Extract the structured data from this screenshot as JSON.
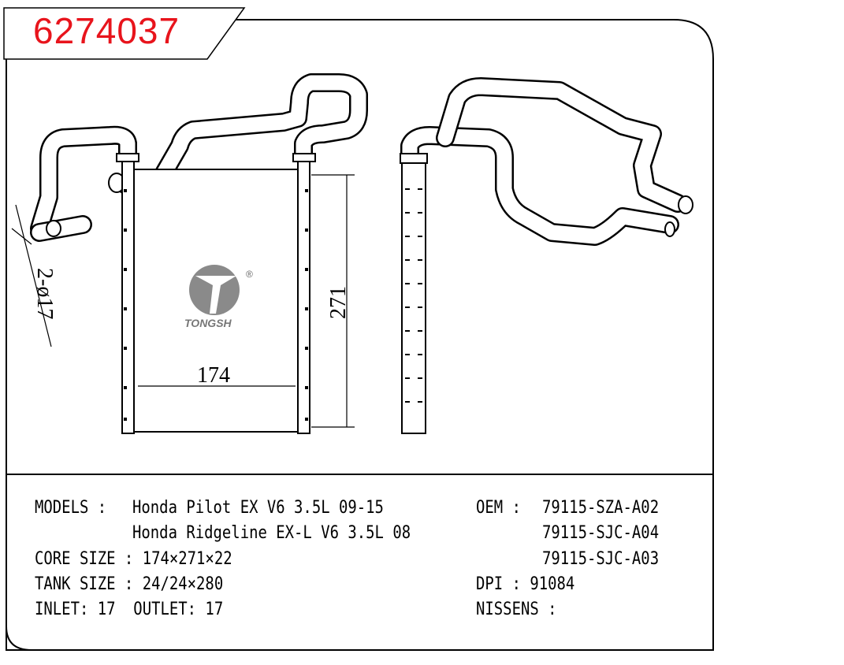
{
  "part_number": "6274037",
  "drawing": {
    "width_dim": "174",
    "height_dim": "271",
    "pipe_dim": "2-ø17",
    "logo_text": "TONGSH",
    "logo_mark": "®"
  },
  "specs": {
    "models_label": "MODELS : ",
    "models": [
      "Honda Pilot EX V6 3.5L 09-15",
      "Honda Ridgeline EX-L V6 3.5L 08"
    ],
    "core_size": "CORE SIZE : 174×271×22",
    "tank_size": "TANK SIZE : 24/24×280",
    "inlet_outlet": "INLET: 17  OUTLET: 17",
    "oem_label": "OEM : ",
    "oem": [
      "79115-SZA-A02",
      "79115-SJC-A04",
      "79115-SJC-A03"
    ],
    "dpi": "DPI : 91084",
    "nissens": "NISSENS :"
  },
  "colors": {
    "part_number": "#e8141c",
    "line": "#000000"
  }
}
